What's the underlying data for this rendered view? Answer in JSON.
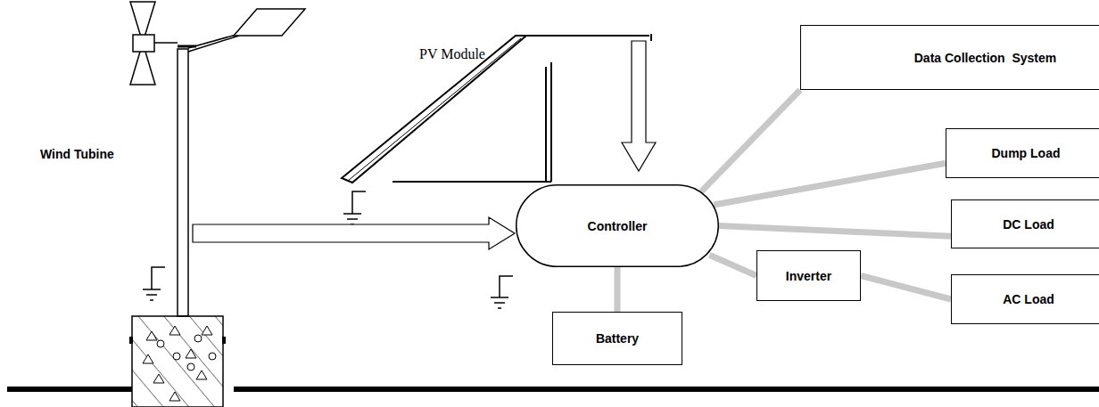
{
  "diagram": {
    "nodes": [
      {
        "text": [
          "Data Collection  System"
        ]
      },
      {
        "text": [
          "Dump Load"
        ]
      },
      {
        "text": [
          "Controller"
        ]
      },
      {
        "text": [
          "DC Load"
        ]
      },
      {
        "text": [
          "Inverter"
        ]
      },
      {
        "text": [
          "AC Load"
        ]
      },
      {
        "text": [
          "Battery"
        ]
      }
    ],
    "edges": [
      {
        "from": 2,
        "to": 0,
        "arrow": "none"
      },
      {
        "from": 2,
        "to": 1,
        "arrow": "none"
      },
      {
        "from": 2,
        "to": 3,
        "arrow": "none"
      },
      {
        "from": 2,
        "to": 4,
        "arrow": "none"
      },
      {
        "from": 4,
        "to": 5,
        "arrow": "none"
      },
      {
        "from": 2,
        "to": 6,
        "arrow": "none"
      }
    ],
    "labels": [
      "PV Module",
      "Wind Tubine"
    ]
  }
}
